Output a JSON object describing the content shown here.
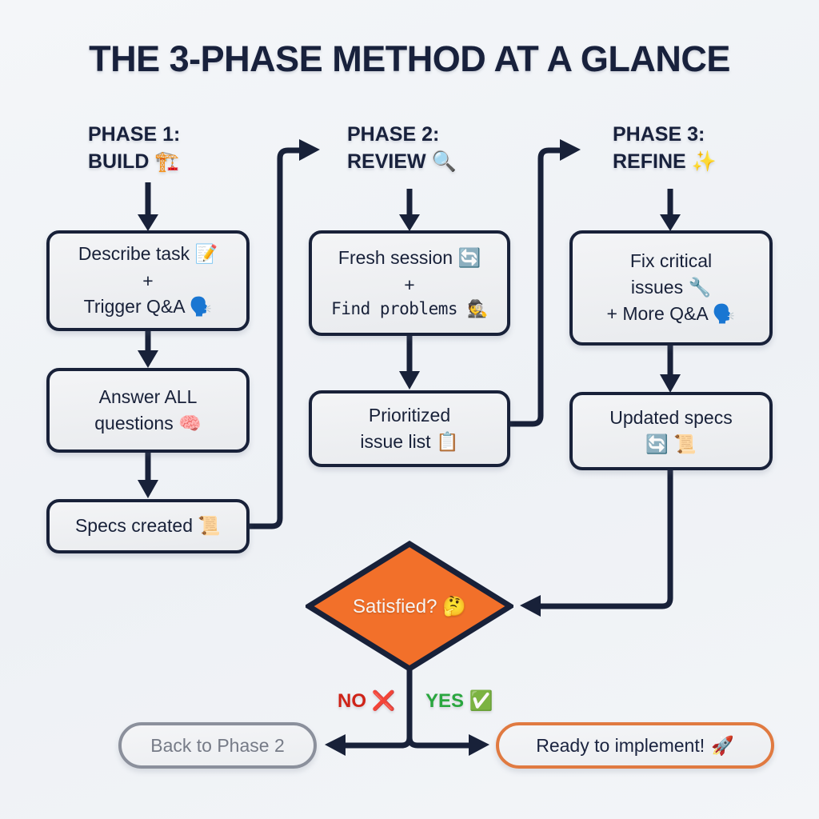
{
  "title": "THE 3-PHASE METHOD AT A GLANCE",
  "colors": {
    "background": "#f1f3f7",
    "ink": "#182139",
    "accent_orange": "#f2702a",
    "no_red": "#cf2318",
    "yes_green": "#2aa63f",
    "pill_grey_border": "#8b909c",
    "pill_orange_border": "#e07a41"
  },
  "phases": [
    {
      "id": "phase1",
      "line1": "PHASE 1:",
      "line2": "BUILD",
      "emoji": "🏗️",
      "emoji_name": "construction-icon"
    },
    {
      "id": "phase2",
      "line1": "PHASE 2:",
      "line2": "REVIEW",
      "emoji": "🔍",
      "emoji_name": "magnifying-glass-icon"
    },
    {
      "id": "phase3",
      "line1": "PHASE 3:",
      "line2": "REFINE",
      "emoji": "✨",
      "emoji_name": "sparkles-icon"
    }
  ],
  "nodes": {
    "describe_task": {
      "l1": "Describe task",
      "l1_emoji": "📝",
      "plus": "+",
      "l2": "Trigger Q&A",
      "l2_emoji": "🗣️"
    },
    "answer_all": {
      "l1": "Answer ALL",
      "l2": "questions",
      "l2_emoji": "🧠"
    },
    "specs_created": {
      "l1": "Specs created",
      "l1_emoji": "📜"
    },
    "fresh_session": {
      "l1": "Fresh session",
      "l1_emoji": "🔄",
      "plus": "+",
      "l2": "Find problems",
      "l2_emoji": "🕵️"
    },
    "prioritized_issues": {
      "l1": "Prioritized",
      "l2": "issue list",
      "l2_emoji": "📋"
    },
    "fix_critical": {
      "l1": "Fix critical",
      "l2": "issues",
      "l2_emoji": "🔧",
      "l3": "+ More Q&A",
      "l3_emoji": "🗣️"
    },
    "updated_specs": {
      "l1": "Updated specs",
      "l2_emoji_a": "🔄",
      "l2_emoji_b": "📜"
    }
  },
  "decision": {
    "label": "Satisfied?",
    "emoji": "🤔",
    "branch_no": {
      "text": "NO",
      "emoji": "❌"
    },
    "branch_yes": {
      "text": "YES",
      "emoji": "✅"
    }
  },
  "outcomes": {
    "back": {
      "label": "Back to Phase 2"
    },
    "ready": {
      "label": "Ready to implement!",
      "emoji": "🚀"
    }
  }
}
